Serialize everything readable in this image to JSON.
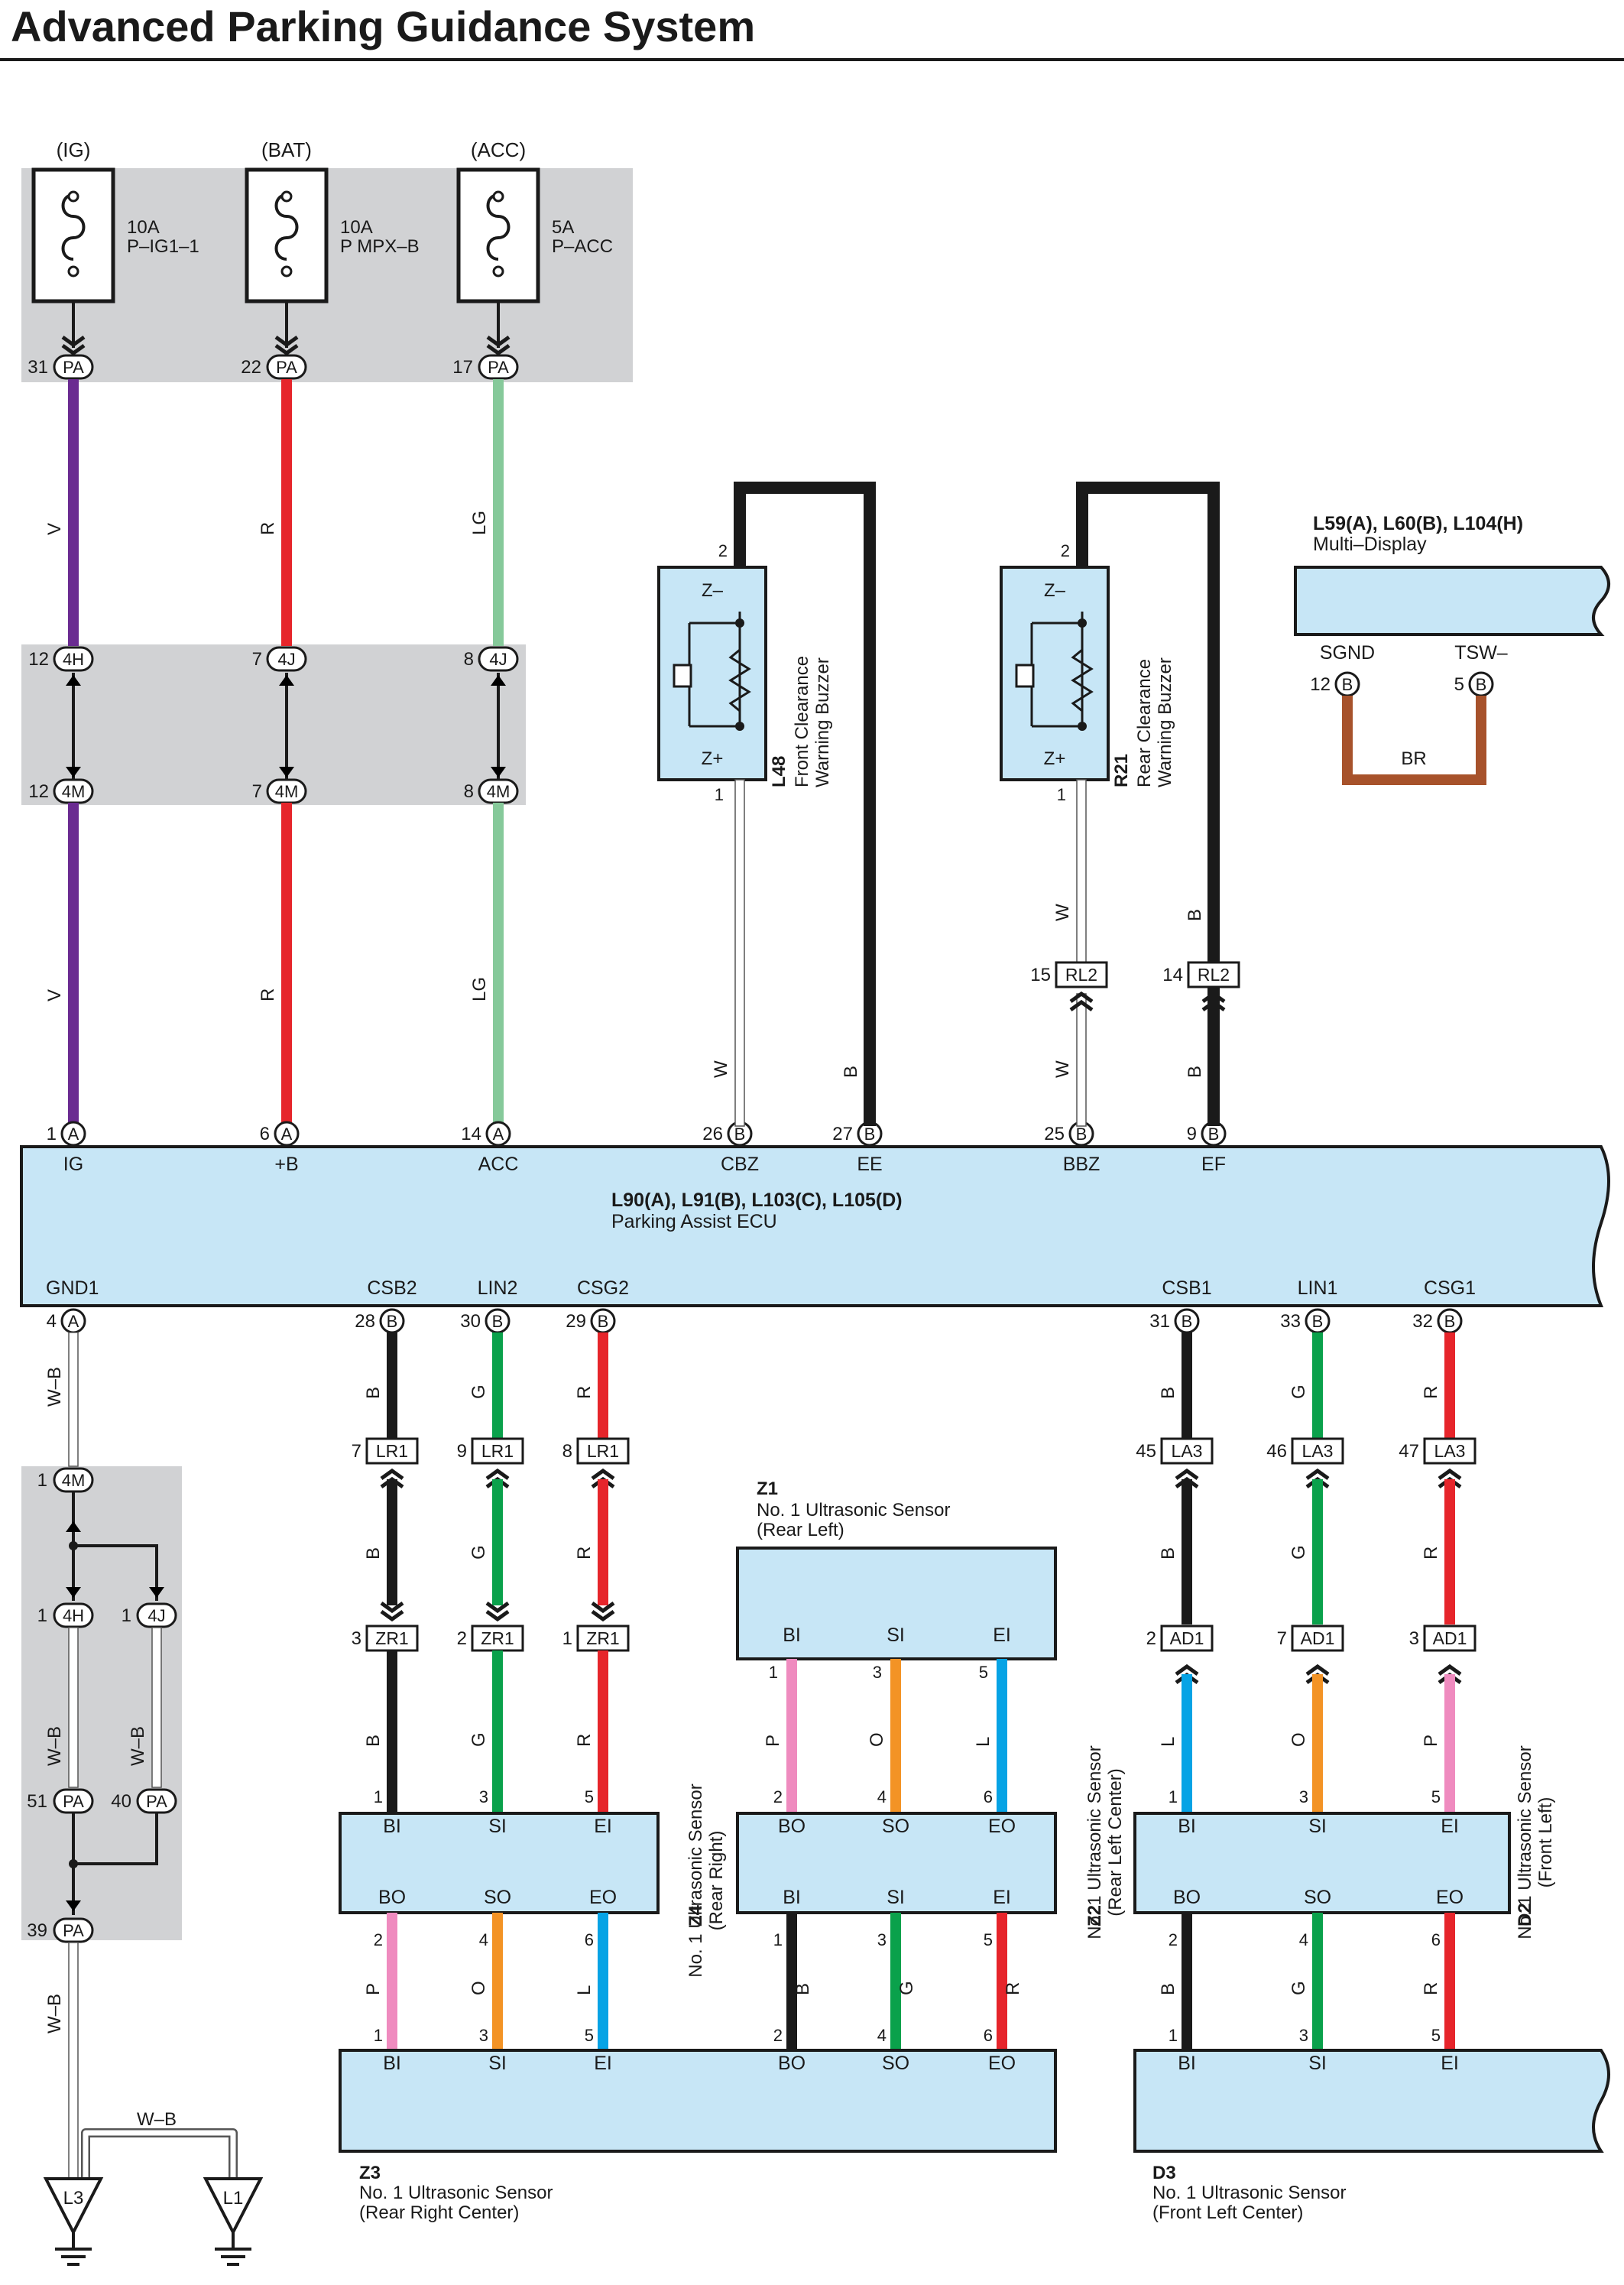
{
  "title": "Advanced Parking Guidance System",
  "colors": {
    "V": "#6a2b91",
    "R": "#e6252b",
    "LG": "#86c99a",
    "B": "#1a1a1a",
    "G": "#0aa14b",
    "P": "#ef8bbf",
    "O": "#f39325",
    "L": "#06a3e5",
    "BR": "#a7522b",
    "W": "#ffffff",
    "box": "#c7e6f6",
    "shade": "#d1d2d4"
  },
  "fuses": [
    {
      "source": "(IG)",
      "rating": "10A",
      "name": "P–IG1–1",
      "pin": "31",
      "conn": "PA"
    },
    {
      "source": "(BAT)",
      "rating": "10A",
      "name": "P MPX–B",
      "pin": "22",
      "conn": "PA"
    },
    {
      "source": "(ACC)",
      "rating": "5A",
      "name": "P–ACC",
      "pin": "17",
      "conn": "PA"
    }
  ],
  "top_wire_codes": [
    "V",
    "R",
    "LG"
  ],
  "junction_4j": [
    {
      "pin": "12",
      "conn": "4H"
    },
    {
      "pin": "7",
      "conn": "4J"
    },
    {
      "pin": "8",
      "conn": "4J"
    }
  ],
  "junction_4m": [
    {
      "pin": "12",
      "conn": "4M"
    },
    {
      "pin": "7",
      "conn": "4M"
    },
    {
      "pin": "8",
      "conn": "4M"
    }
  ],
  "buzzer_front": {
    "id": "L48",
    "name": "Front Clearance",
    "name2": "Warning Buzzer",
    "top_pin": "2",
    "bottom_pin": "1",
    "zminus": "Z–",
    "zplus": "Z+"
  },
  "buzzer_rear": {
    "id": "R21",
    "name": "Rear Clearance",
    "name2": "Warning Buzzer",
    "top_pin": "2",
    "bottom_pin": "1",
    "zminus": "Z–",
    "zplus": "Z+"
  },
  "multi_display": {
    "ids": "L59(A), L60(B), L104(H)",
    "name": "Multi–Display",
    "pins": [
      {
        "label": "SGND",
        "pin": "12",
        "conn": "B"
      },
      {
        "label": "TSW–",
        "pin": "5",
        "conn": "B"
      }
    ],
    "wire": "BR"
  },
  "rl2": [
    {
      "pin": "15",
      "conn": "RL2",
      "code_up": "W",
      "code_down": "W"
    },
    {
      "pin": "14",
      "conn": "RL2",
      "code_up": "B",
      "code_down": "B"
    }
  ],
  "ecu": {
    "ids": "L90(A), L91(B), L103(C), L105(D)",
    "name": "Parking Assist ECU",
    "top_pins": [
      {
        "label": "IG",
        "pin": "1",
        "conn": "A",
        "code": "V"
      },
      {
        "label": "+B",
        "pin": "6",
        "conn": "A",
        "code": "R"
      },
      {
        "label": "ACC",
        "pin": "14",
        "conn": "A",
        "code": "LG"
      },
      {
        "label": "CBZ",
        "pin": "26",
        "conn": "B",
        "code": "W"
      },
      {
        "label": "EE",
        "pin": "27",
        "conn": "B",
        "code": "B"
      },
      {
        "label": "BBZ",
        "pin": "25",
        "conn": "B",
        "code": "W"
      },
      {
        "label": "EF",
        "pin": "9",
        "conn": "B",
        "code": "B"
      }
    ],
    "bottom_pins": [
      {
        "label": "GND1",
        "pin": "4",
        "conn": "A",
        "code": "W–B"
      },
      {
        "label": "CSB2",
        "pin": "28",
        "conn": "B",
        "code": "B"
      },
      {
        "label": "LIN2",
        "pin": "30",
        "conn": "B",
        "code": "G"
      },
      {
        "label": "CSG2",
        "pin": "29",
        "conn": "B",
        "code": "R"
      },
      {
        "label": "CSB1",
        "pin": "31",
        "conn": "B",
        "code": "B"
      },
      {
        "label": "LIN1",
        "pin": "33",
        "conn": "B",
        "code": "G"
      },
      {
        "label": "CSG1",
        "pin": "32",
        "conn": "B",
        "code": "R"
      }
    ]
  },
  "lr1": [
    {
      "pin": "7",
      "conn": "LR1",
      "code": "B"
    },
    {
      "pin": "9",
      "conn": "LR1",
      "code": "G"
    },
    {
      "pin": "8",
      "conn": "LR1",
      "code": "R"
    }
  ],
  "la3": [
    {
      "pin": "45",
      "conn": "LA3",
      "code": "B"
    },
    {
      "pin": "46",
      "conn": "LA3",
      "code": "G"
    },
    {
      "pin": "47",
      "conn": "LA3",
      "code": "R"
    }
  ],
  "zr1": [
    {
      "pin": "3",
      "conn": "ZR1",
      "code": "B"
    },
    {
      "pin": "2",
      "conn": "ZR1",
      "code": "G"
    },
    {
      "pin": "1",
      "conn": "ZR1",
      "code": "R"
    }
  ],
  "ad1": [
    {
      "pin": "2",
      "conn": "AD1",
      "code": "L"
    },
    {
      "pin": "7",
      "conn": "AD1",
      "code": "O"
    },
    {
      "pin": "3",
      "conn": "AD1",
      "code": "P"
    }
  ],
  "z4": {
    "id": "Z4",
    "name": "No. 1 Ultrasonic Sensor",
    "name2": "(Rear Right)",
    "in_pins": [
      "1",
      "3",
      "5"
    ],
    "in_labels": [
      "BI",
      "SI",
      "EI"
    ],
    "out_labels": [
      "BO",
      "SO",
      "EO"
    ],
    "out_pins": [
      "2",
      "4",
      "6"
    ],
    "out_codes": [
      "P",
      "O",
      "L"
    ]
  },
  "z1": {
    "id": "Z1",
    "name": "No. 1 Ultrasonic Sensor",
    "name2": "(Rear Left)",
    "labels": [
      "BI",
      "SI",
      "EI"
    ],
    "top_pins": [
      "1",
      "3",
      "5"
    ],
    "codes": [
      "P",
      "O",
      "L"
    ],
    "bottom_pins": [
      "2",
      "4",
      "6"
    ]
  },
  "z2": {
    "id": "Z2",
    "name": "No. 1 Ultrasonic Sensor",
    "name2": "(Rear Left Center)",
    "in_labels": [
      "BO",
      "SO",
      "EO"
    ],
    "out_labels": [
      "BI",
      "SI",
      "EI"
    ],
    "out_pins": [
      "1",
      "3",
      "5"
    ],
    "out_codes": [
      "B",
      "G",
      "R"
    ]
  },
  "d2": {
    "id": "D2",
    "name": "No. 1 Ultrasonic Sensor",
    "name2": "(Front Left)",
    "in_pins": [
      "1",
      "3",
      "5"
    ],
    "in_labels": [
      "BI",
      "SI",
      "EI"
    ],
    "out_labels": [
      "BO",
      "SO",
      "EO"
    ],
    "out_pins": [
      "2",
      "4",
      "6"
    ],
    "out_codes": [
      "B",
      "G",
      "R"
    ]
  },
  "z3": {
    "id": "Z3",
    "name": "No. 1 Ultrasonic Sensor",
    "name2": "(Rear Right Center)",
    "pins": [
      "1",
      "3",
      "5",
      "2",
      "4",
      "6"
    ],
    "labels": [
      "BI",
      "SI",
      "EI",
      "BO",
      "SO",
      "EO"
    ]
  },
  "d3": {
    "id": "D3",
    "name": "No. 1 Ultrasonic Sensor",
    "name2": "(Front Left Center)",
    "pins": [
      "1",
      "3",
      "5"
    ],
    "labels": [
      "BI",
      "SI",
      "EI"
    ]
  },
  "ground": {
    "code": "W–B",
    "j4m": {
      "pin": "1",
      "conn": "4M"
    },
    "j4h": {
      "pin": "1",
      "conn": "4H"
    },
    "j4j": {
      "pin": "1",
      "conn": "4J"
    },
    "pa51": {
      "pin": "51",
      "conn": "PA"
    },
    "pa40": {
      "pin": "40",
      "conn": "PA"
    },
    "pa39": {
      "pin": "39",
      "conn": "PA"
    },
    "points": [
      "L3",
      "L1"
    ]
  }
}
